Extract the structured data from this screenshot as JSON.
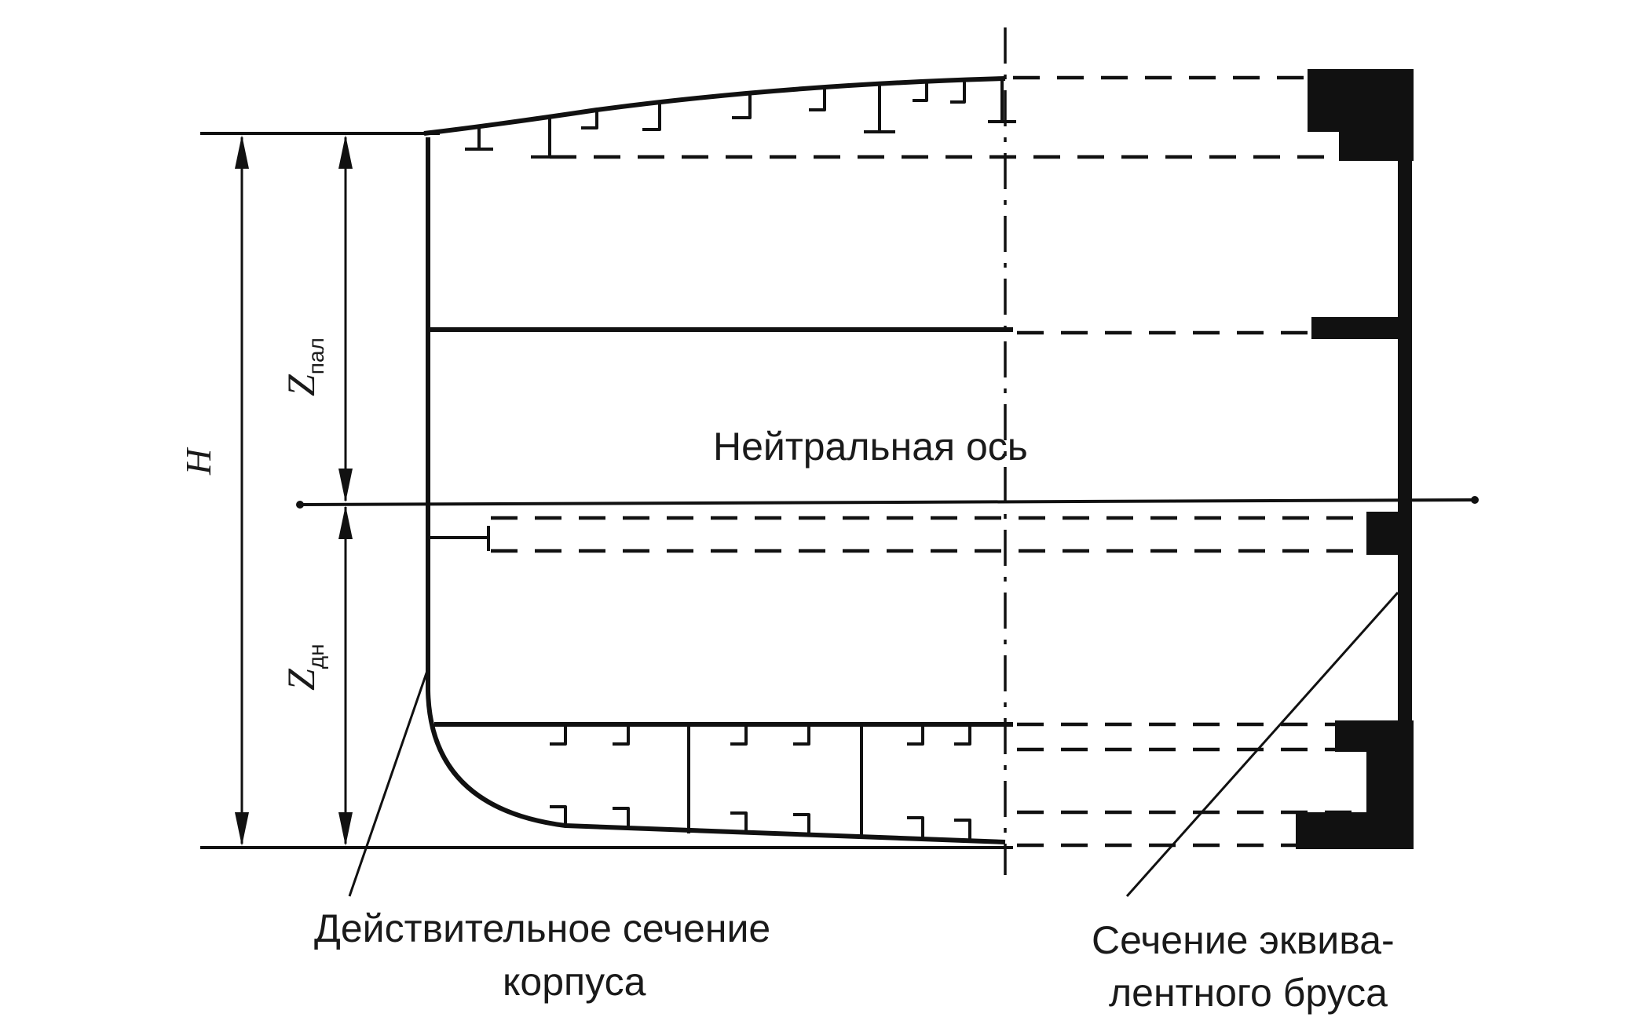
{
  "labels": {
    "neutral_axis": "Нейтральная ось",
    "actual_section_line1": "Действительное сечение",
    "actual_section_line2": "корпуса",
    "equiv_section_line1": "Сечение эквива-",
    "equiv_section_line2": "лентного бруса"
  },
  "dimensions": {
    "height": "H",
    "z_deck_main": "Z",
    "z_deck_sub": "пал",
    "z_bottom_main": "Z",
    "z_bottom_sub": "дн"
  },
  "colors": {
    "ink": "#111111",
    "paper": "#ffffff"
  }
}
